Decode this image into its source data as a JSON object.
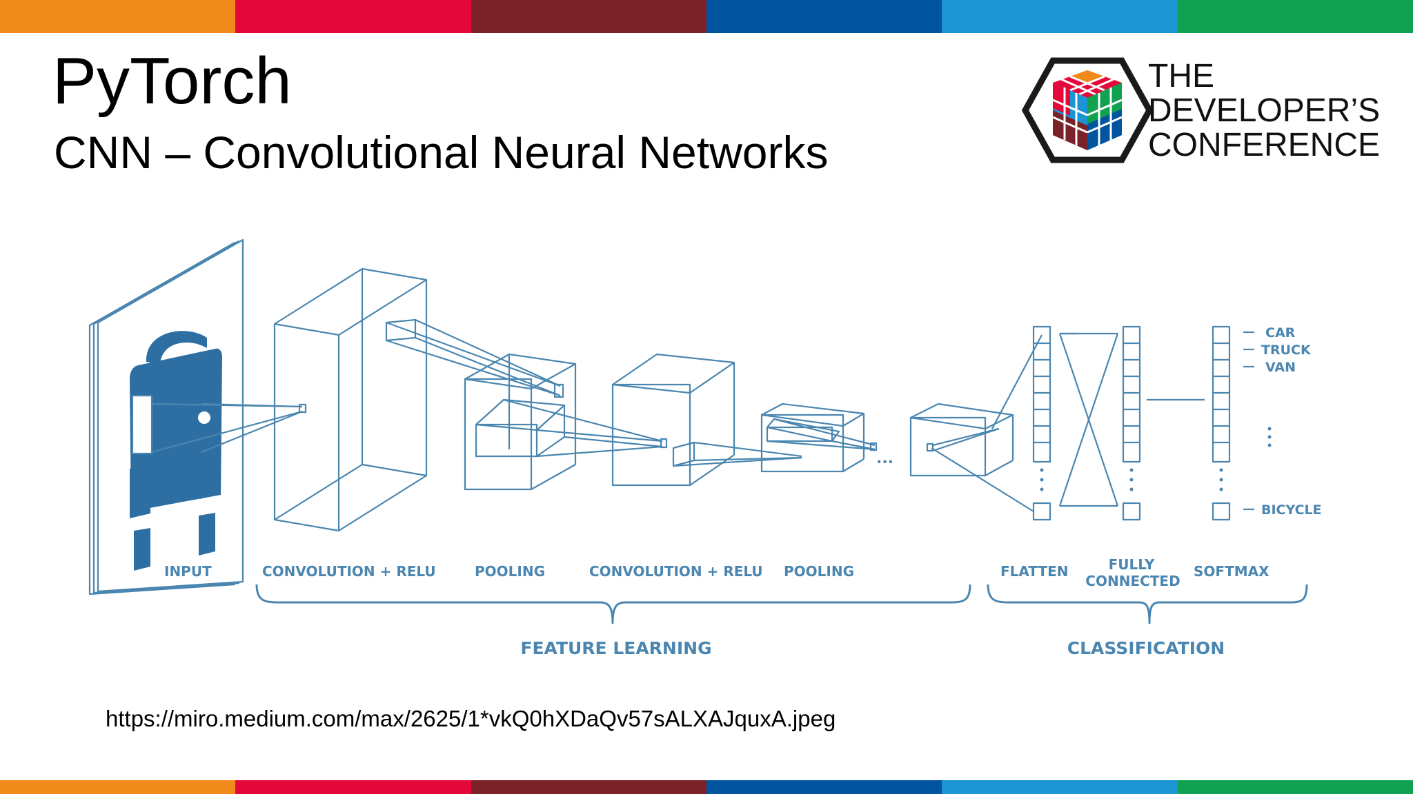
{
  "colors": {
    "stripes": [
      "#f08a1b",
      "#e5093b",
      "#7a2227",
      "#0054a0",
      "#1b95d3",
      "#12a150"
    ],
    "diagram_line": "#4a86b0",
    "car_fill": "#2e6fa3"
  },
  "slide": {
    "title": "PyTorch",
    "subtitle": "CNN – Convolutional Neural Networks",
    "source_url": "https://miro.medium.com/max/2625/1*vkQ0hXDaQv57sALXAJquxA.jpeg"
  },
  "logo": {
    "icon": "rubiks-cube-hexagon-icon",
    "lines": [
      "THE",
      "DEVELOPER’S",
      "CONFERENCE"
    ]
  },
  "diagram": {
    "stage_labels": {
      "input": "INPUT",
      "conv1": "CONVOLUTION + RELU",
      "pool1": "POOLING",
      "conv2": "CONVOLUTION + RELU",
      "pool2": "POOLING",
      "flatten": "FLATTEN",
      "fully_connected_1": "FULLY",
      "fully_connected_2": "CONNECTED",
      "softmax": "SOFTMAX"
    },
    "groups": {
      "feature_learning": "FEATURE LEARNING",
      "classification": "CLASSIFICATION"
    },
    "classes": [
      "CAR",
      "TRUCK",
      "VAN",
      "BICYCLE"
    ],
    "ellipsis": "..."
  }
}
